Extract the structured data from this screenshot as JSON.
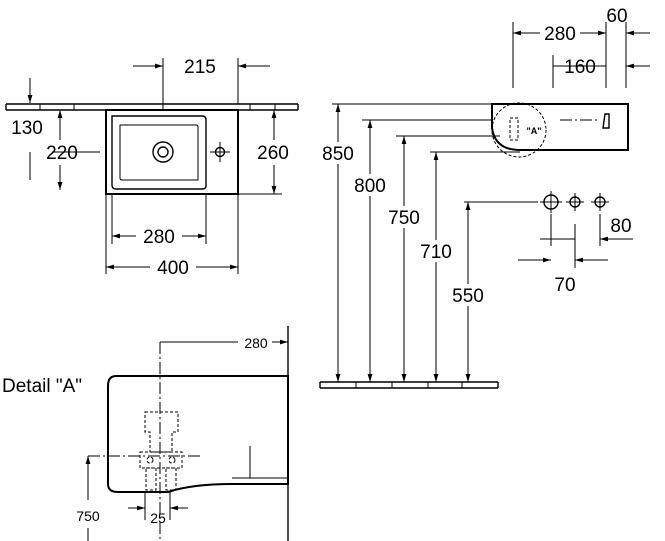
{
  "top_view": {
    "dim_width_top": "215",
    "dim_left": "130",
    "dim_depth": "220",
    "dim_height_right": "260",
    "dim_bowl_width": "280",
    "dim_total_width": "400"
  },
  "side_view": {
    "dim_280": "280",
    "dim_60": "60",
    "dim_160": "160",
    "dim_850": "850",
    "dim_800": "800",
    "dim_750": "750",
    "dim_710": "710",
    "dim_550": "550",
    "dim_80": "80",
    "dim_70": "70",
    "detail_marker": "\"A\""
  },
  "detail_view": {
    "title": "Detail \"A\"",
    "dim_280": "280",
    "dim_750": "750",
    "dim_25": "25"
  }
}
